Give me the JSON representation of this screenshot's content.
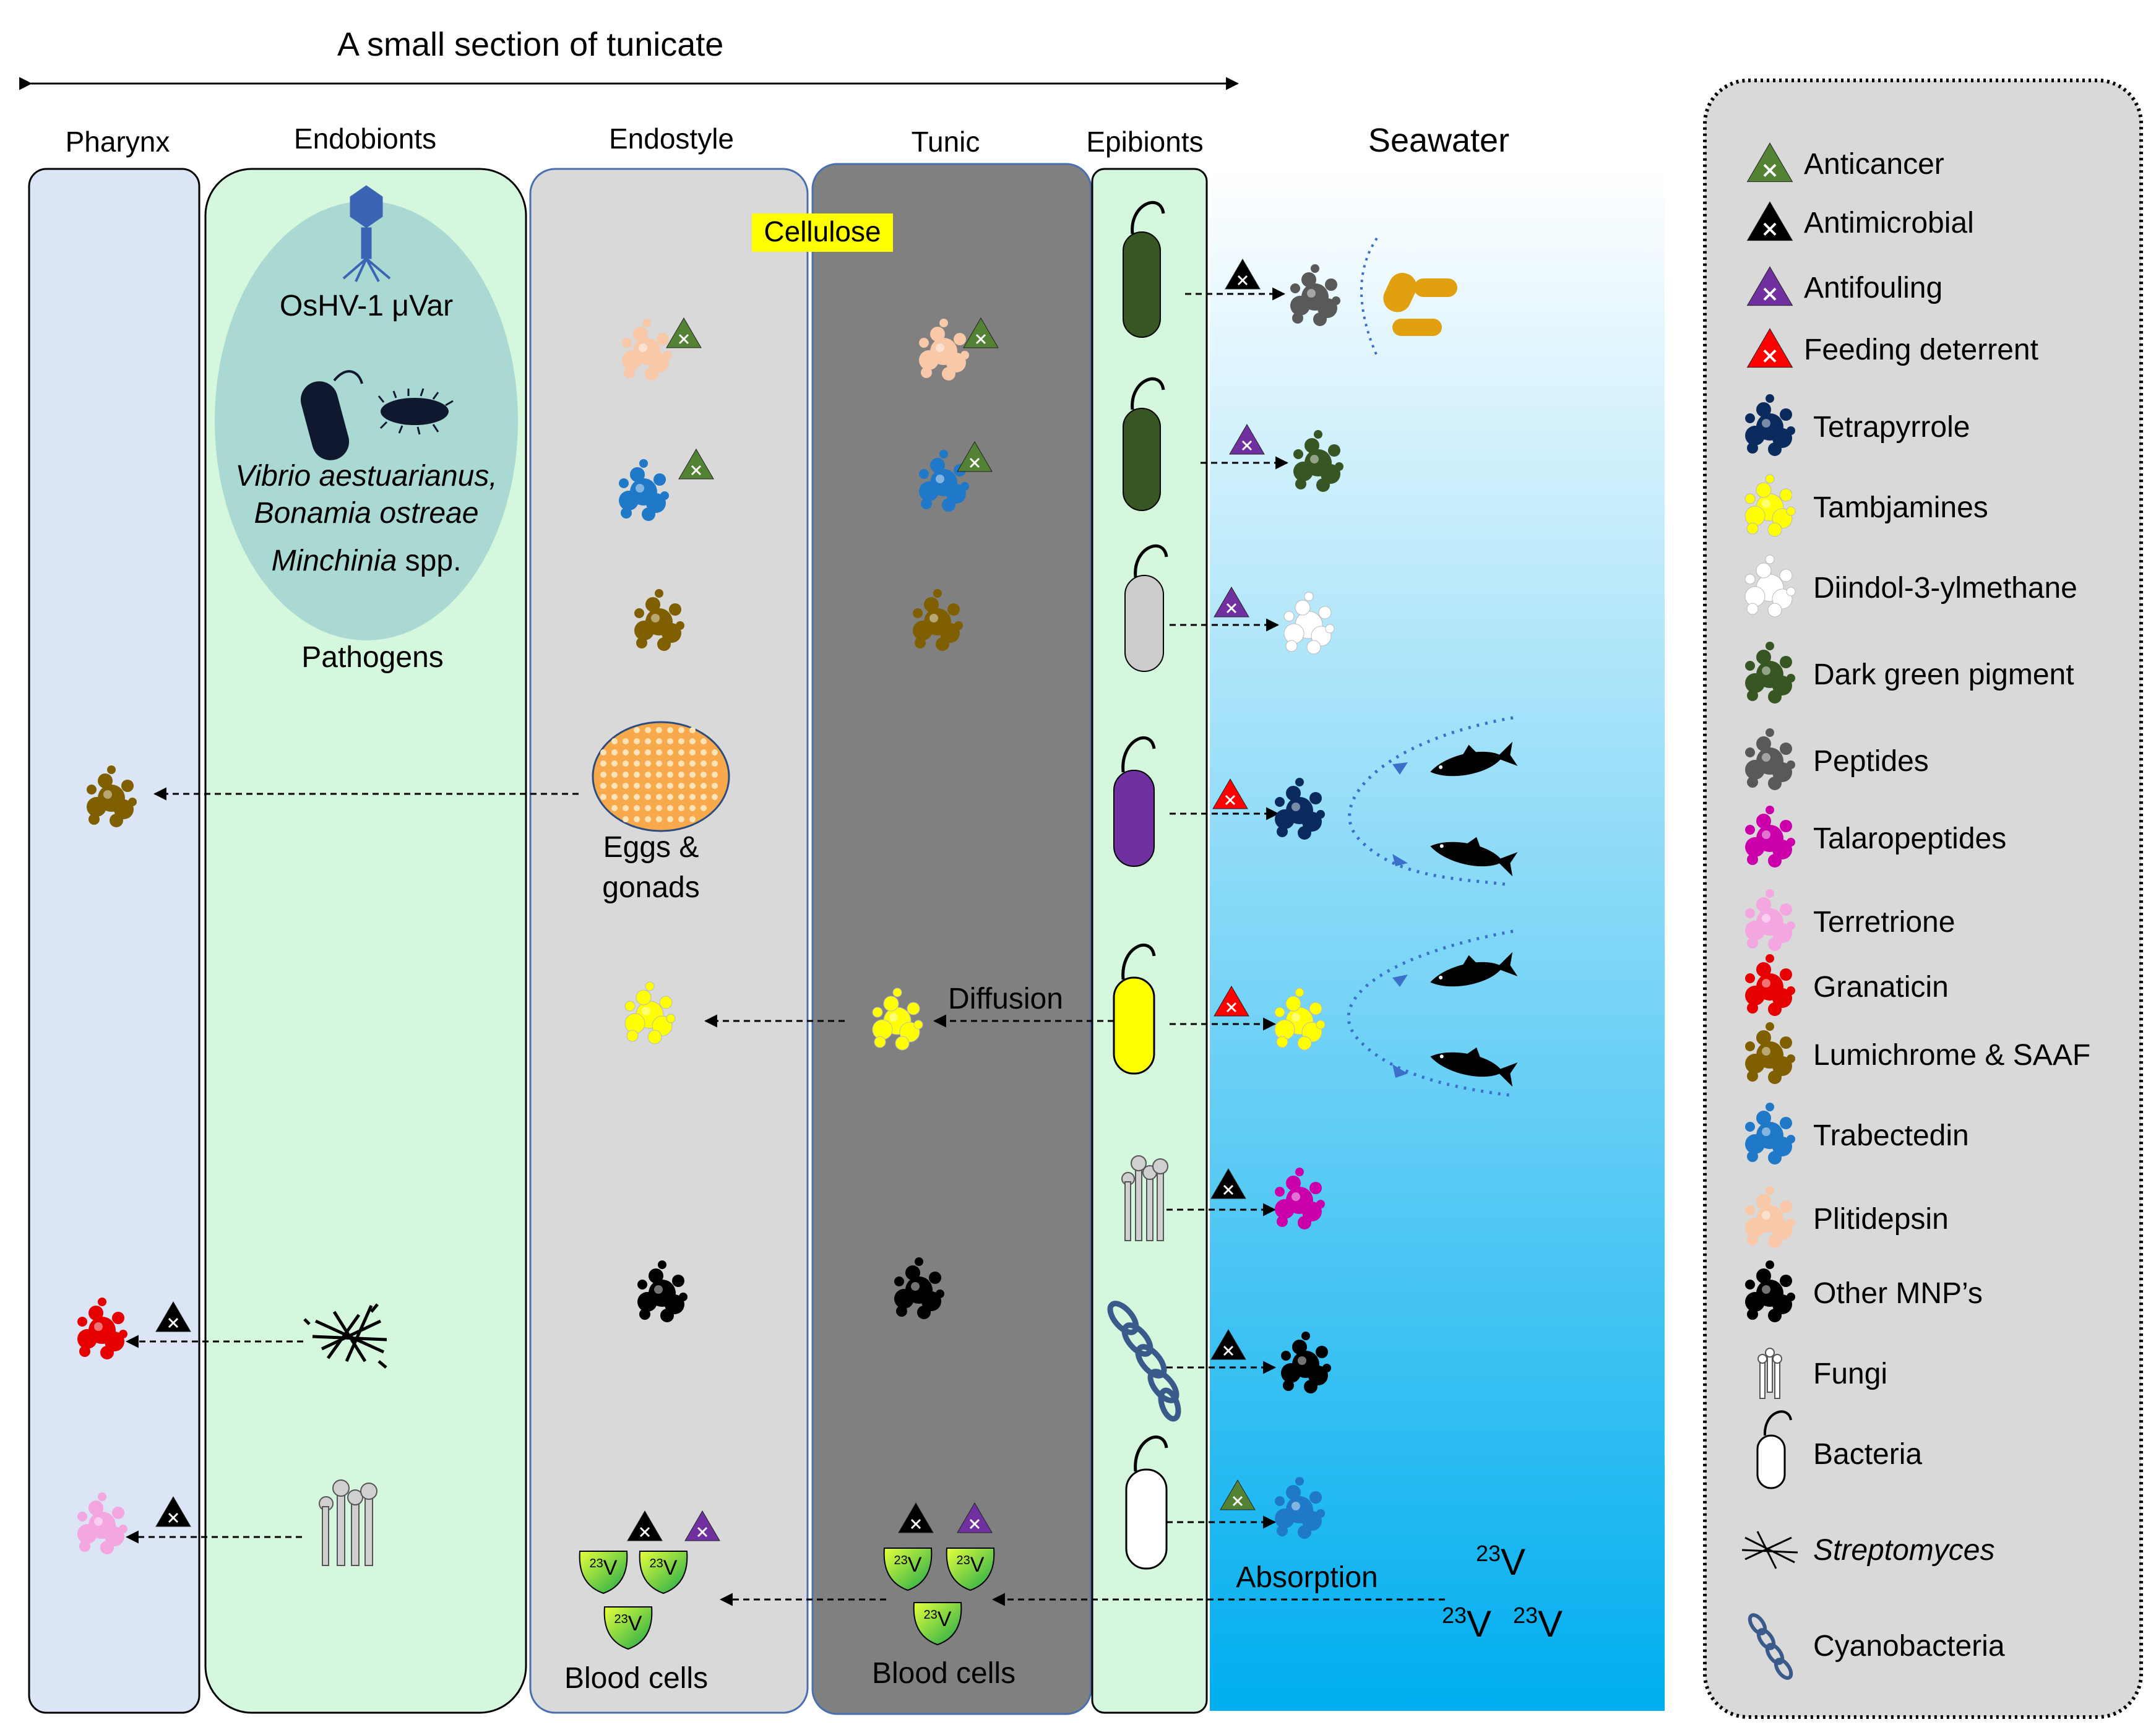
{
  "title": "A small section of tunicate",
  "columns": {
    "pharynx": "Pharynx",
    "endobionts": "Endobionts",
    "endostyle": "Endostyle",
    "tunic": "Tunic",
    "epibionts": "Epibionts",
    "seawater": "Seawater"
  },
  "labels": {
    "cellulose": "Cellulose",
    "virus": "OsHV-1 μVar",
    "pathogen_line1": "Vibrio aestuarianus,",
    "pathogen_line2": "Bonamia ostreae",
    "pathogen_line3_italic": "Minchinia",
    "pathogen_line3_rest": " spp.",
    "pathogens": "Pathogens",
    "eggs_line1": "Eggs &",
    "eggs_line2": "gonads",
    "diffusion": "Diffusion",
    "absorption": "Absorption",
    "blood_cells_endostyle": "Blood cells",
    "blood_cells_tunic": "Blood cells",
    "vanadium": "23V",
    "vanadium_mass": "23",
    "vanadium_symbol": "V"
  },
  "legend": [
    {
      "key": "anticancer",
      "label": "Anticancer",
      "kind": "triangle",
      "color": "#548235"
    },
    {
      "key": "antimicrobial",
      "label": "Antimicrobial",
      "kind": "triangle",
      "color": "#000000"
    },
    {
      "key": "antifouling",
      "label": "Antifouling",
      "kind": "triangle",
      "color": "#7030a0"
    },
    {
      "key": "feeding",
      "label": "Feeding deterrent",
      "kind": "triangle",
      "color": "#ff0000"
    },
    {
      "key": "tetrapyrrole",
      "label": "Tetrapyrrole",
      "kind": "cluster",
      "color": "#0b2a5e"
    },
    {
      "key": "tambjamines",
      "label": "Tambjamines",
      "kind": "cluster",
      "color": "#ffff00"
    },
    {
      "key": "diindol",
      "label": "Diindol-3-ylmethane",
      "kind": "cluster",
      "color": "#ffffff"
    },
    {
      "key": "darkgreen",
      "label": "Dark green pigment",
      "kind": "cluster",
      "color": "#375623"
    },
    {
      "key": "peptides",
      "label": "Peptides",
      "kind": "cluster",
      "color": "#595959"
    },
    {
      "key": "talaro",
      "label": "Talaropeptides",
      "kind": "cluster",
      "color": "#cc00aa"
    },
    {
      "key": "terretrione",
      "label": "Terretrione",
      "kind": "cluster",
      "color": "#f4a6e0"
    },
    {
      "key": "granaticin",
      "label": "Granaticin",
      "kind": "cluster",
      "color": "#e60000"
    },
    {
      "key": "lumichrome",
      "label": "Lumichrome & SAAF",
      "kind": "cluster",
      "color": "#7f5f00"
    },
    {
      "key": "trabectedin",
      "label": "Trabectedin",
      "kind": "cluster",
      "color": "#1f78c8"
    },
    {
      "key": "plitidepsin",
      "label": "Plitidepsin",
      "kind": "cluster",
      "color": "#f8c8a8"
    },
    {
      "key": "othermnp",
      "label": "Other MNP’s",
      "kind": "cluster",
      "color": "#000000"
    },
    {
      "key": "fungi",
      "label": "Fungi",
      "kind": "fungi-icon",
      "color": "#bfbfbf"
    },
    {
      "key": "bacteria",
      "label": "Bacteria",
      "kind": "bacteria-icon",
      "color": "#ffffff"
    },
    {
      "key": "streptomyces",
      "label": "Streptomyces",
      "kind": "streptomyces-icon",
      "color": "#000000",
      "italic": true
    },
    {
      "key": "cyanobacteria",
      "label": "Cyanobacteria",
      "kind": "cyano-icon",
      "color": "#3a5a8c"
    }
  ],
  "colors": {
    "pharynx": "#dce5f5",
    "endobionts": "#d4f7dd",
    "endostyle": "#d9d9d9",
    "tunic": "#808080",
    "epibionts": "#d4f7dd",
    "pathogen_oval": "#a9d9d2",
    "cellulose_highlight": "#ffff00",
    "seawater_top": "#ffffff",
    "seawater_bottom": "#00aeef"
  }
}
